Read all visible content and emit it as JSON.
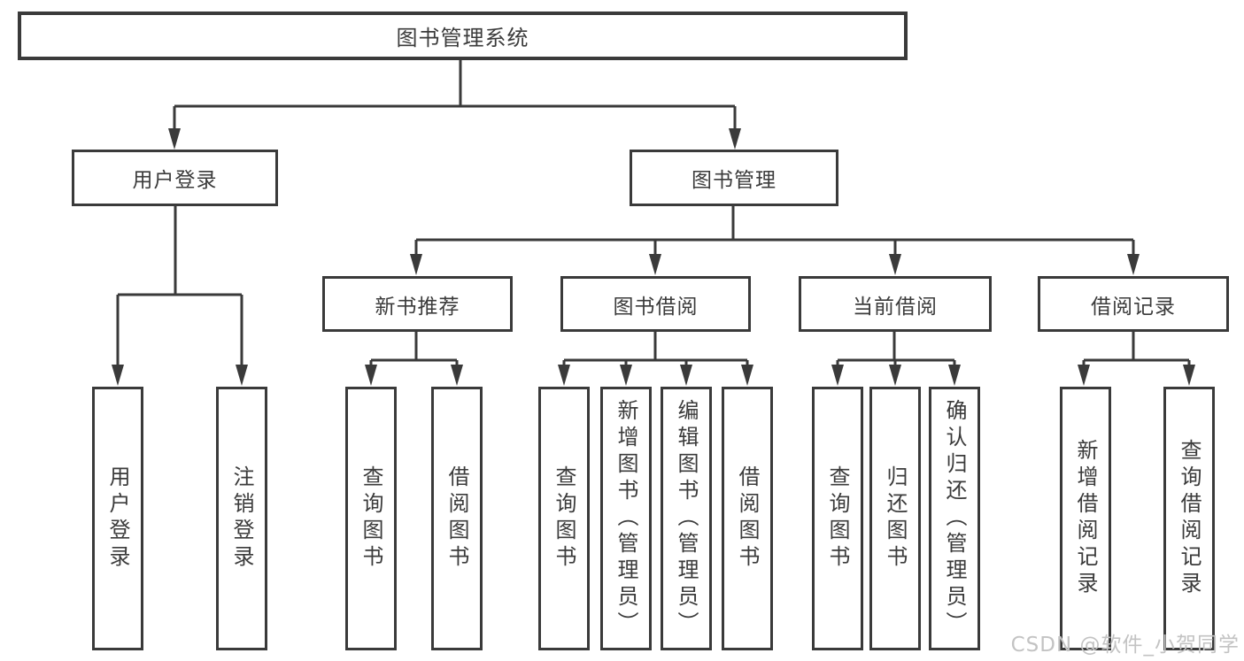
{
  "diagram": {
    "type": "hierarchy-tree",
    "watermark": "CSDN @软件_小贺同学",
    "colors": {
      "line": "#3a3a3a",
      "text": "#3b3b3b",
      "bg": "#ffffff",
      "watermark": "#c3c3c3"
    },
    "tree": {
      "label": "图书管理系统",
      "children": [
        {
          "label": "用户登录",
          "children": [
            {
              "label": "用户登录"
            },
            {
              "label": "注销登录"
            }
          ]
        },
        {
          "label": "图书管理",
          "children": [
            {
              "label": "新书推荐",
              "children": [
                {
                  "label": "查询图书"
                },
                {
                  "label": "借阅图书"
                }
              ]
            },
            {
              "label": "图书借阅",
              "children": [
                {
                  "label": "查询图书"
                },
                {
                  "label": "新增图书（管理员）"
                },
                {
                  "label": "编辑图书（管理员）"
                },
                {
                  "label": "借阅图书"
                }
              ]
            },
            {
              "label": "当前借阅",
              "children": [
                {
                  "label": "查询图书"
                },
                {
                  "label": "归还图书"
                },
                {
                  "label": "确认归还（管理员）"
                }
              ]
            },
            {
              "label": "借阅记录",
              "children": [
                {
                  "label": "新增借阅记录"
                },
                {
                  "label": "查询借阅记录"
                }
              ]
            }
          ]
        }
      ]
    }
  }
}
